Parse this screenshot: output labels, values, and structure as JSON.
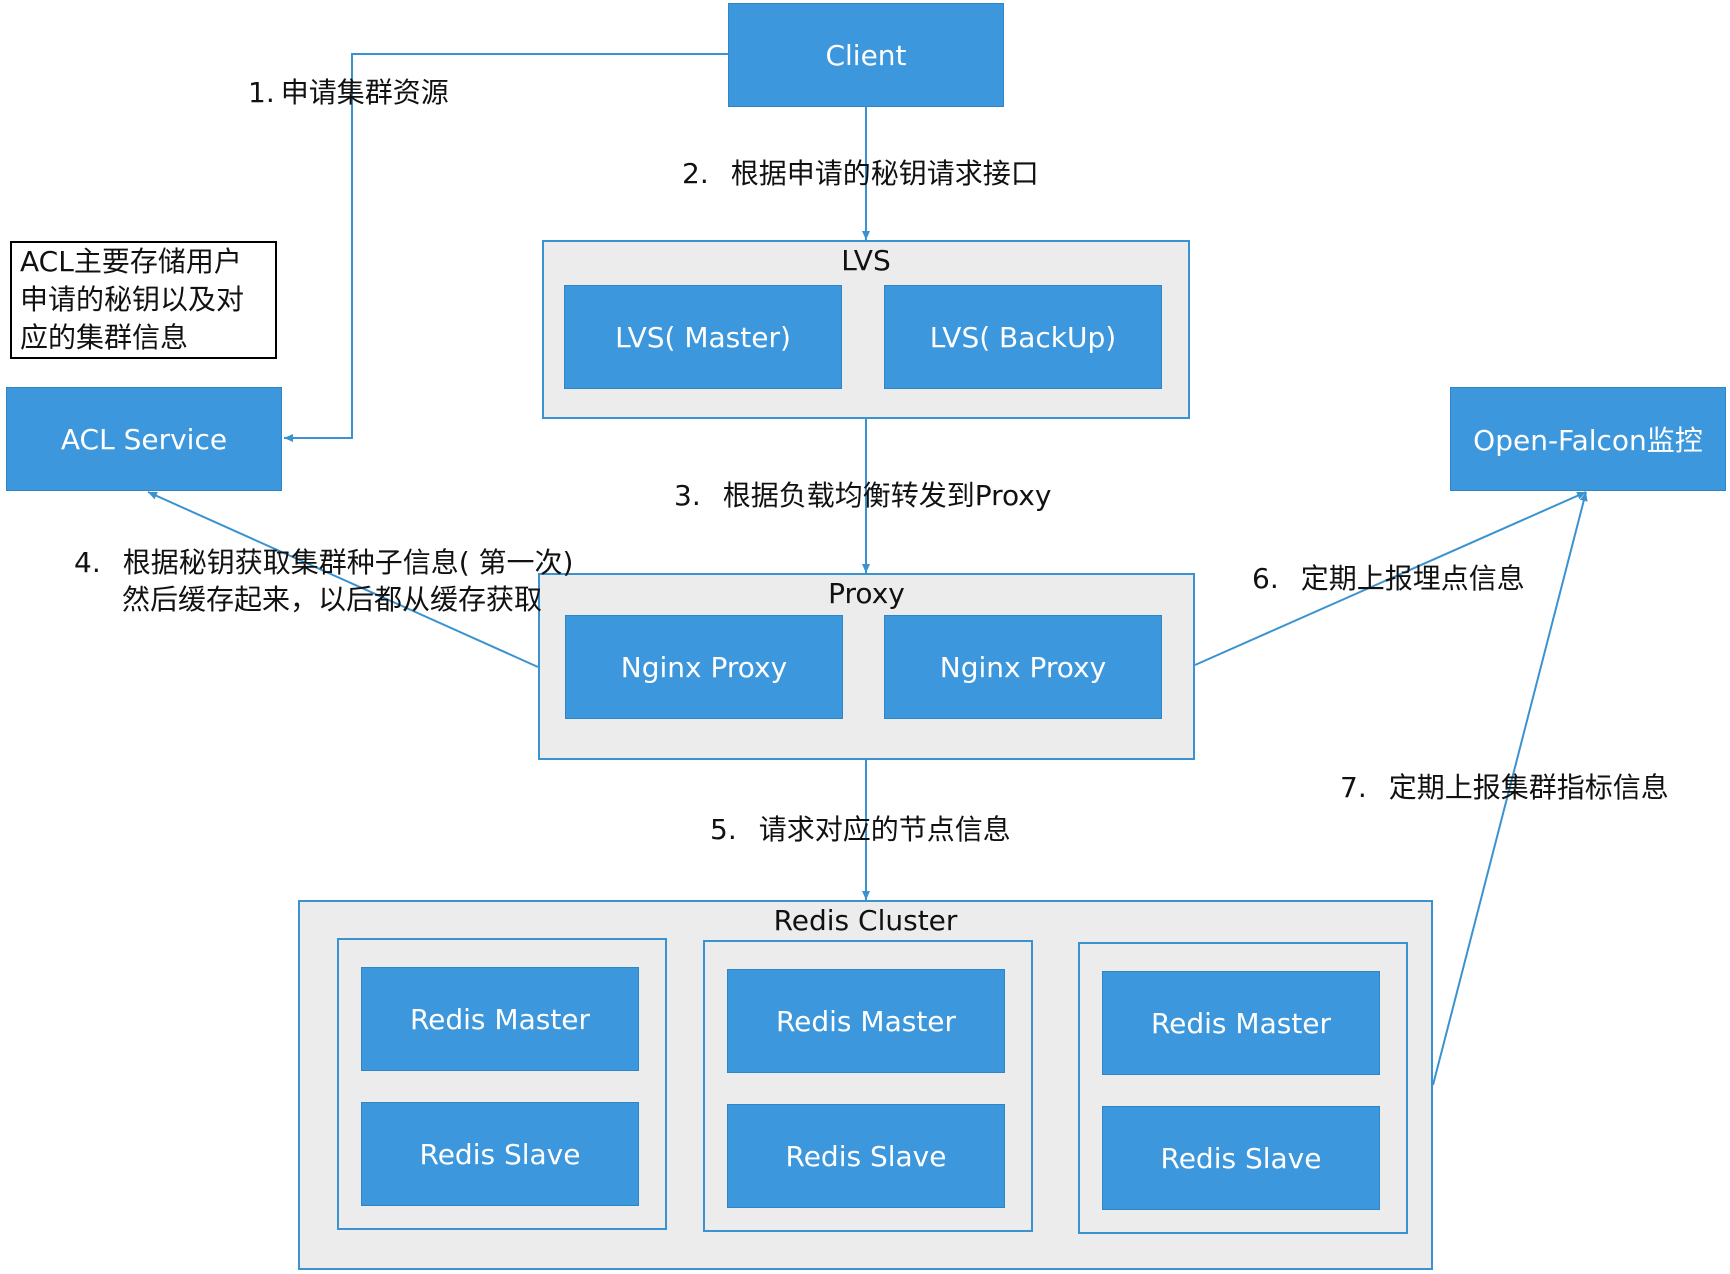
{
  "nodes": {
    "client": "Client",
    "acl_service": "ACL Service",
    "open_falcon": "Open-Falcon监控",
    "lvs_master": "LVS( Master)",
    "lvs_backup": "LVS( BackUp)",
    "nginx_proxy_1": "Nginx Proxy",
    "nginx_proxy_2": "Nginx Proxy",
    "redis_groups": [
      {
        "master": "Redis Master",
        "slave": "Redis Slave"
      },
      {
        "master": "Redis Master",
        "slave": "Redis Slave"
      },
      {
        "master": "Redis Master",
        "slave": "Redis Slave"
      }
    ]
  },
  "groups": {
    "lvs": "LVS",
    "proxy": "Proxy",
    "redis_cluster": "Redis Cluster"
  },
  "note": {
    "lines": [
      "ACL主要存储用户",
      "申请的秘钥以及对",
      "应的集群信息"
    ]
  },
  "steps": {
    "s1": {
      "num": "1.",
      "text": "申请集群资源"
    },
    "s2": {
      "num": "2.",
      "text": "根据申请的秘钥请求接口"
    },
    "s3": {
      "num": "3.",
      "text": "根据负载均衡转发到Proxy"
    },
    "s4": {
      "num": "4.",
      "line1": "根据秘钥获取集群种子信息( 第一次)",
      "line2": "然后缓存起来，以后都从缓存获取"
    },
    "s5": {
      "num": "5.",
      "text": "请求对应的节点信息"
    },
    "s6": {
      "num": "6.",
      "text": "定期上报埋点信息"
    },
    "s7": {
      "num": "7.",
      "text": "定期上报集群指标信息"
    }
  },
  "colors": {
    "node_fill": "#3c97dc",
    "group_fill": "#ececec",
    "group_border": "#3a93d0",
    "connector": "#3a93d0"
  }
}
